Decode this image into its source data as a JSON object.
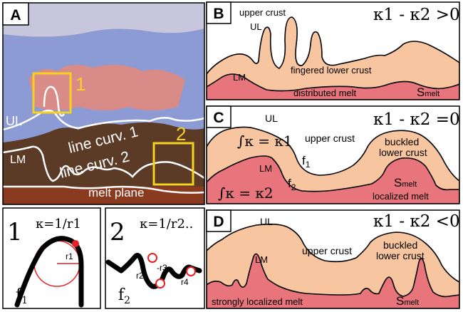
{
  "panels": {
    "a": {
      "letter": "A",
      "ul": "UL",
      "lm": "LM",
      "line1": "line curv. 1",
      "line2": "line curv. 2",
      "melt_plane": "melt plane",
      "box1": "1",
      "box2": "2"
    },
    "b": {
      "letter": "B",
      "eq": "κ1 - κ2 >0",
      "upper_crust": "upper crust",
      "ul": "UL",
      "lower": "fingered lower crust",
      "lm": "LM",
      "melt": "distributed melt",
      "s": "S",
      "s_sub": "melt"
    },
    "c": {
      "letter": "C",
      "eq": "κ1 - κ2 =0",
      "ul": "UL",
      "upper_crust": "upper crust",
      "buckled1": "buckled",
      "buckled2": "lower crust",
      "int1": "∫κ = κ1",
      "int2": "∫κ = κ2",
      "lm": "LM",
      "f1": "f",
      "f1_sub": "1",
      "f2": "f",
      "f2_sub": "2",
      "s": "S",
      "s_sub": "melt",
      "melt": "localized melt"
    },
    "d": {
      "letter": "D",
      "eq": "κ1 - κ2 <0",
      "ul": "UL",
      "lm": "LM",
      "upper_crust": "upper crust",
      "buckled1": "buckled",
      "buckled2": "lower crust",
      "melt": "strongly localized melt",
      "s": "S",
      "s_sub": "melt"
    },
    "p1": {
      "num": "1",
      "eq": "κ=1/r1",
      "r1": "r1",
      "f": "f",
      "f_sub": "1"
    },
    "p2": {
      "num": "2",
      "eq": "κ=1/r2..",
      "r2": "r2",
      "r3": "-r3",
      "r4": "r4",
      "f": "f",
      "f_sub": "2"
    }
  },
  "colors": {
    "crust": "#f7c5a0",
    "melt": "#e8747c",
    "sky": "#8d9bd4",
    "rock": "#5b3b26",
    "yellow": "#f5d21e",
    "red": "#e81e25"
  }
}
